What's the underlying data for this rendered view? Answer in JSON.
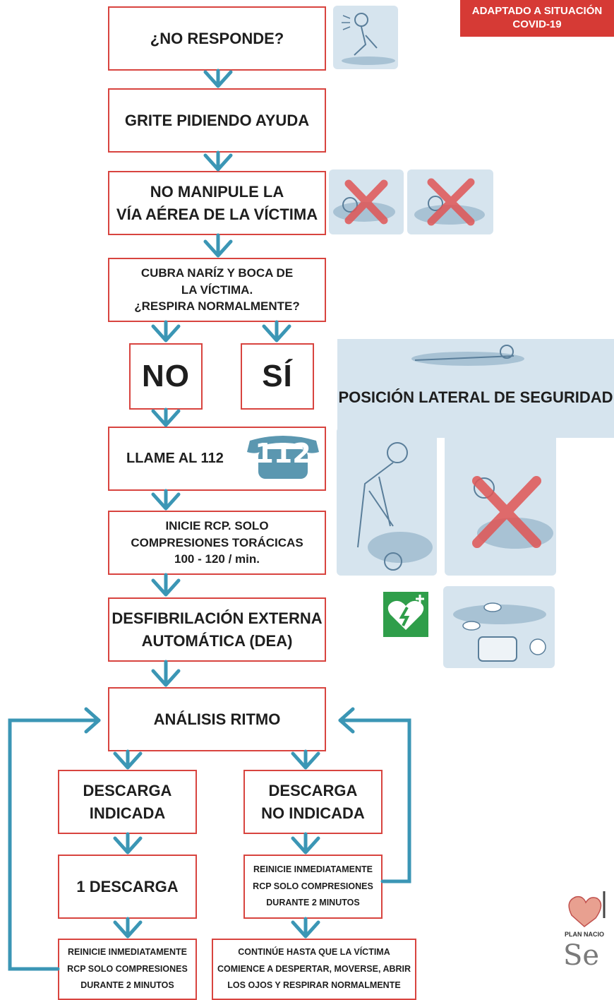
{
  "badge": {
    "text": "ADAPTADO A SITUACIÓN\nCOVID-19"
  },
  "steps": {
    "no_responde": "¿NO RESPONDE?",
    "grite": "GRITE PIDIENDO AYUDA",
    "no_manipule": "NO MANIPULE LA\nVÍA AÉREA DE LA VÍCTIMA",
    "cubra": "CUBRA NARÍZ Y BOCA DE\nLA VÍCTIMA.\n¿RESPIRA NORMALMENTE?",
    "no": "NO",
    "si": "SÍ",
    "llame": "LLAME AL 112",
    "inicie_rcp": "INICIE RCP. SOLO\nCOMPRESIONES TORÁCICAS\n100 - 120 / min.",
    "dea": "DESFIBRILACIÓN EXTERNA\nAUTOMÁTICA (DEA)",
    "analisis": "ANÁLISIS RITMO",
    "descarga_indicada": "DESCARGA\nINDICADA",
    "descarga_no_indicada": "DESCARGA\nNO INDICADA",
    "una_descarga": "1 DESCARGA",
    "reinicie_right": "REINICIE INMEDIATAMENTE\nRCP SOLO COMPRESIONES\nDURANTE 2 MINUTOS",
    "reinicie_left": "REINICIE INMEDIATAMENTE\nRCP SOLO COMPRESIONES\nDURANTE 2 MINUTOS",
    "continue": "CONTINÚE HASTA QUE LA VÍCTIMA\nCOMIENCE A DESPERTAR, MOVERSE, ABRIR\nLOS OJOS Y RESPIRAR NORMALMENTE"
  },
  "lateral": {
    "label": "POSICIÓN LATERAL DE SEGURIDAD"
  },
  "phone": {
    "number": "112"
  },
  "logos": {
    "plan": "PLAN NACIO",
    "semes": "Se"
  },
  "colors": {
    "box_border": "#d8443f",
    "arrow": "#3b96b5",
    "badge": "#d63a35",
    "illustration_bg": "#d6e4ee"
  },
  "icons": [
    "shaking-victim-illustration",
    "airway-crossed-illustration",
    "recovery-position-illustration",
    "chest-compression-illustration",
    "mouth-to-mouth-crossed-illustration",
    "aed-heart-icon",
    "aed-pads-illustration",
    "phone-icon"
  ]
}
